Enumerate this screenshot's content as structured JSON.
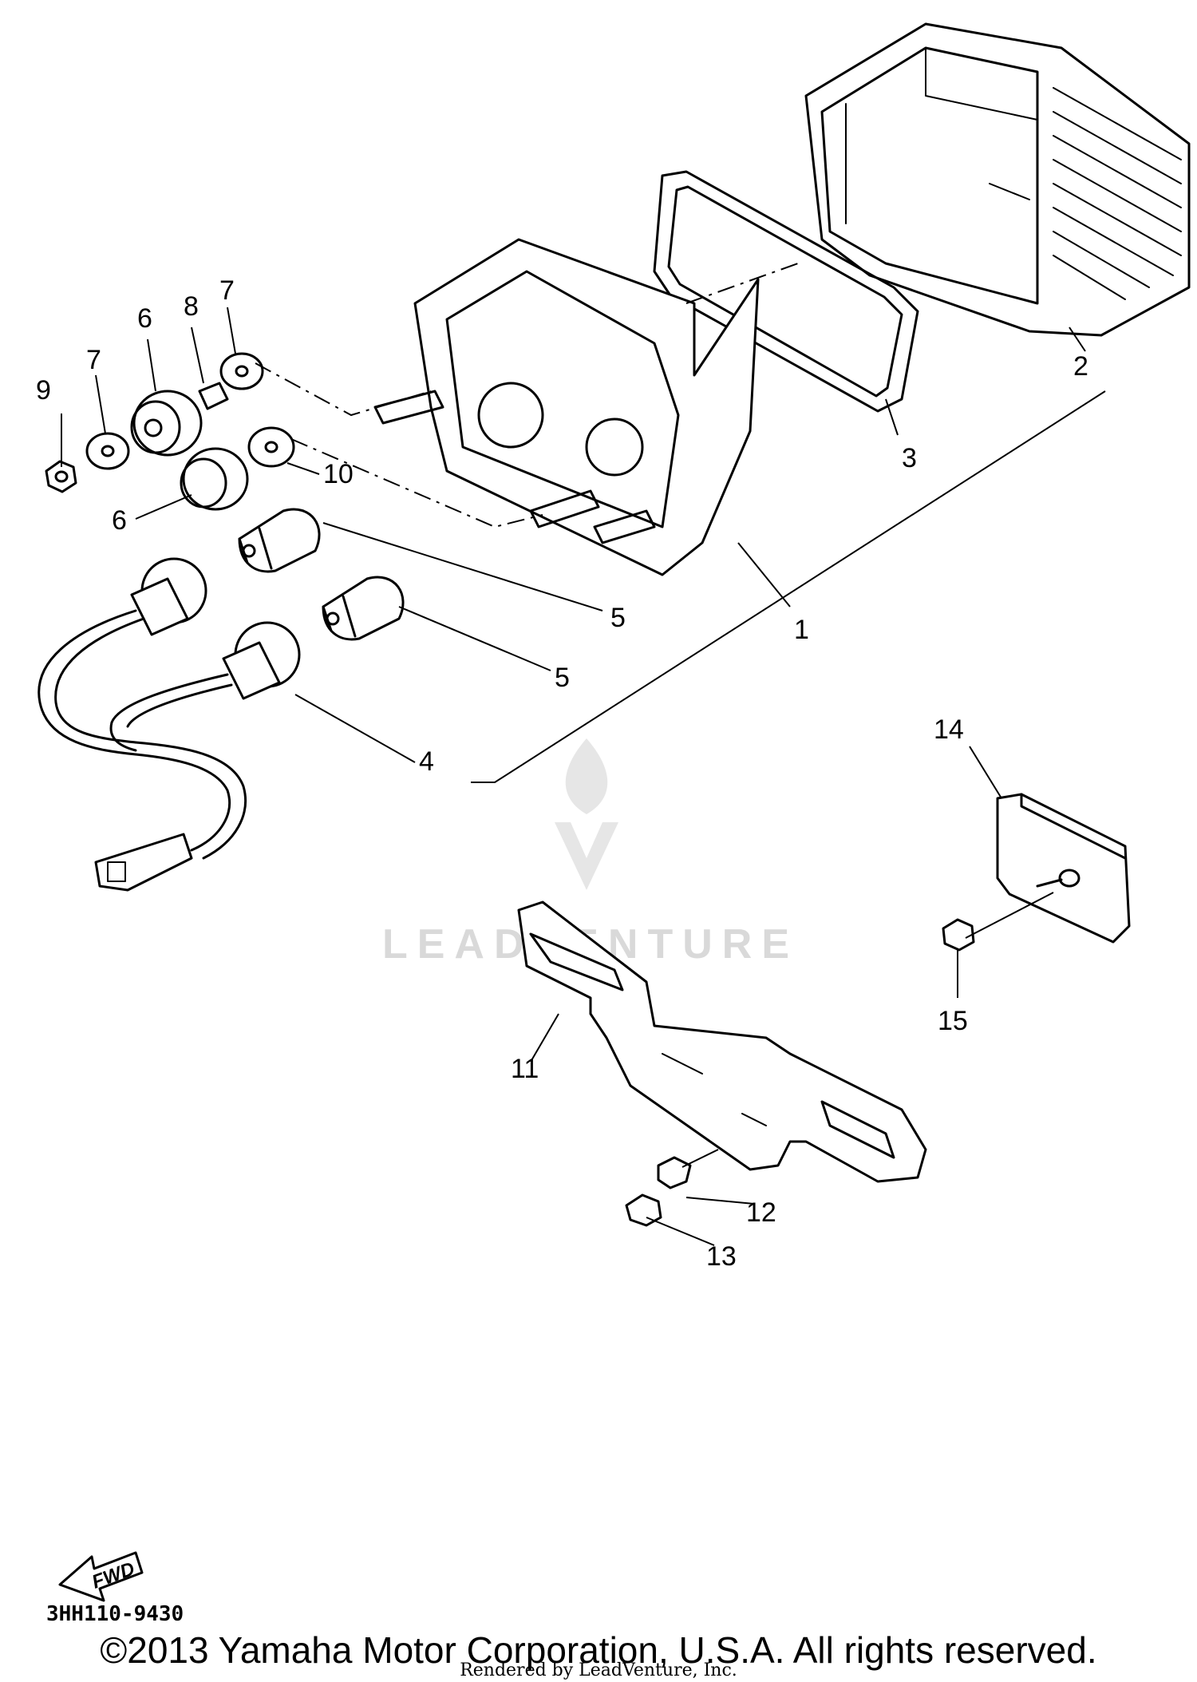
{
  "diagram": {
    "callouts": [
      "1",
      "2",
      "3",
      "4",
      "5",
      "5",
      "6",
      "6",
      "7",
      "7",
      "8",
      "9",
      "10",
      "11",
      "12",
      "13",
      "14",
      "15"
    ],
    "watermark": "LEADVENTURE",
    "fwd_label": "FWD",
    "diagram_code": "3HH110-9430"
  },
  "footer": {
    "copyright": "©2013 Yamaha Motor Corporation, U.S.A. All rights reserved.",
    "rendered_by": "Rendered by LeadVenture, Inc."
  }
}
